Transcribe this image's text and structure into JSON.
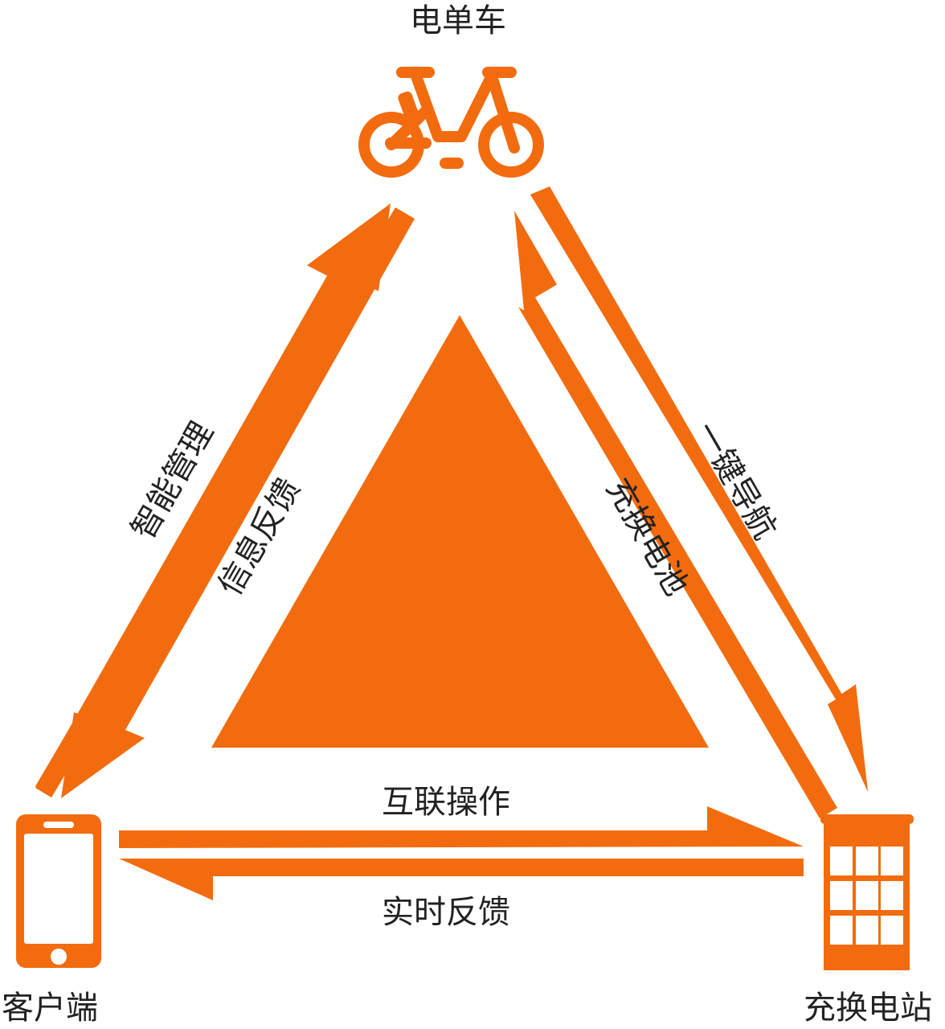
{
  "colors": {
    "accent": "#F26C0F",
    "text": "#222222",
    "background": "#FFFFFF"
  },
  "nodes": {
    "bike": {
      "label": "电单车",
      "icon": "bicycle-icon"
    },
    "client": {
      "label": "客户端",
      "icon": "smartphone-icon"
    },
    "station": {
      "label": "充换电站",
      "icon": "battery-cabinet-icon"
    }
  },
  "edges": {
    "client_to_bike": "智能管理",
    "bike_to_client": "信息反馈",
    "station_to_bike": "充换电池",
    "bike_to_station": "一键导航",
    "client_to_station": "互联操作",
    "station_to_client": "实时反馈"
  },
  "center": {
    "shape": "triangle"
  }
}
